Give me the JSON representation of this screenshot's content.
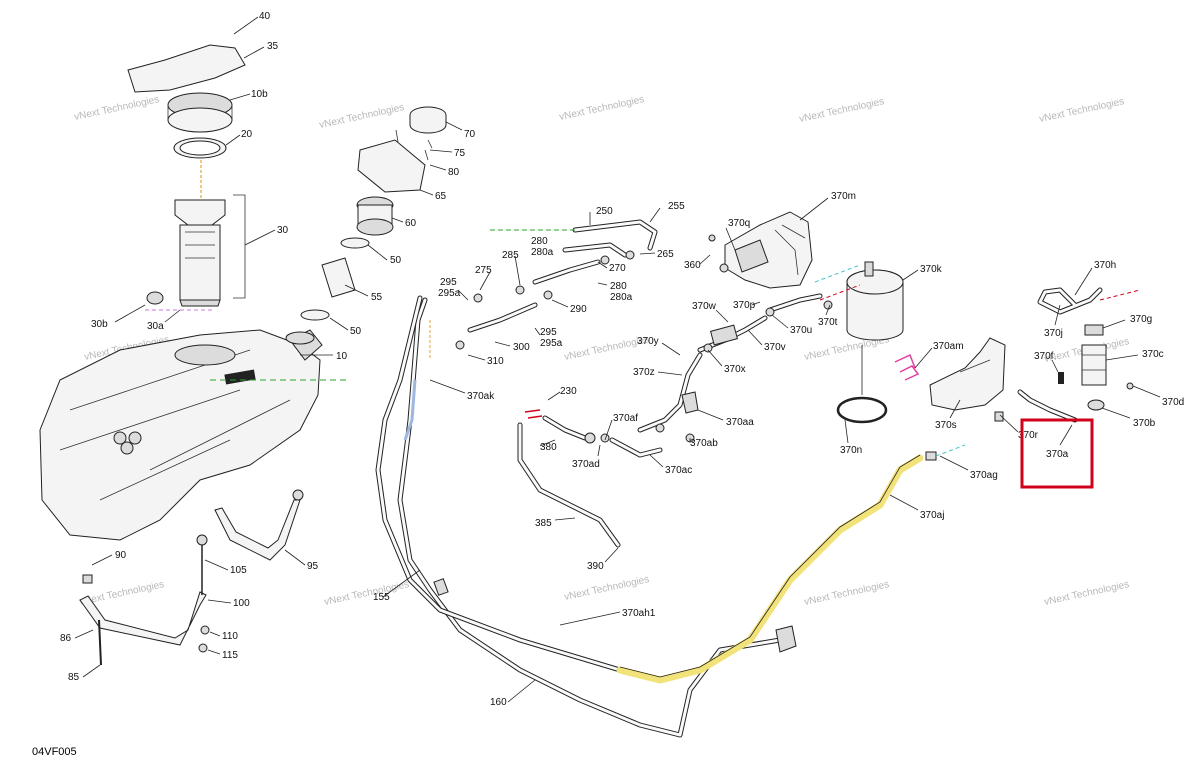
{
  "diagram": {
    "reference_code": "04VF005",
    "highlight_color": "#d0021b",
    "watermark_text": "vNext Technologies",
    "callouts": {
      "c40": "40",
      "c35": "35",
      "c10b": "10b",
      "c20": "20",
      "c30": "30",
      "c30b": "30b",
      "c30a": "30a",
      "c10": "10",
      "c70": "70",
      "c75": "75",
      "c80": "80",
      "c65": "65",
      "c60": "60",
      "c50a": "50",
      "c55": "55",
      "c50b": "50",
      "c90": "90",
      "c95": "95",
      "c105": "105",
      "c100": "100",
      "c86": "86",
      "c110": "110",
      "c115": "115",
      "c85": "85",
      "c155": "155",
      "c160": "160",
      "c250": "250",
      "c255": "255",
      "c280": "280",
      "c280a": "280a",
      "c265": "265",
      "c275": "275",
      "c285": "285",
      "c270": "270",
      "c280b": "280",
      "c280ab": "280a",
      "c295": "295",
      "c295a": "295a",
      "c290": "290",
      "c295b": "295",
      "c295ab": "295a",
      "c300": "300",
      "c310": "310",
      "c370ak": "370ak",
      "c230": "230",
      "c380": "380",
      "c370af": "370af",
      "c370ad": "370ad",
      "c370ac": "370ac",
      "c370ab": "370ab",
      "c370aa": "370aa",
      "c370z": "370z",
      "c370y": "370y",
      "c370x": "370x",
      "c370w": "370w",
      "c370v": "370v",
      "c370p": "370p",
      "c370u": "370u",
      "c370q": "370q",
      "c360": "360",
      "c370m": "370m",
      "c370k": "370k",
      "c370t": "370t",
      "c370n": "370n",
      "c370am": "370am",
      "c370s": "370s",
      "c370r": "370r",
      "c370a": "370a",
      "c370h": "370h",
      "c370j": "370j",
      "c370g": "370g",
      "c370f": "370f",
      "c370c": "370c",
      "c370d": "370d",
      "c370b": "370b",
      "c370ag": "370ag",
      "c370aj": "370aj",
      "c370ah1": "370ah1",
      "c385": "385",
      "c390": "390"
    }
  }
}
